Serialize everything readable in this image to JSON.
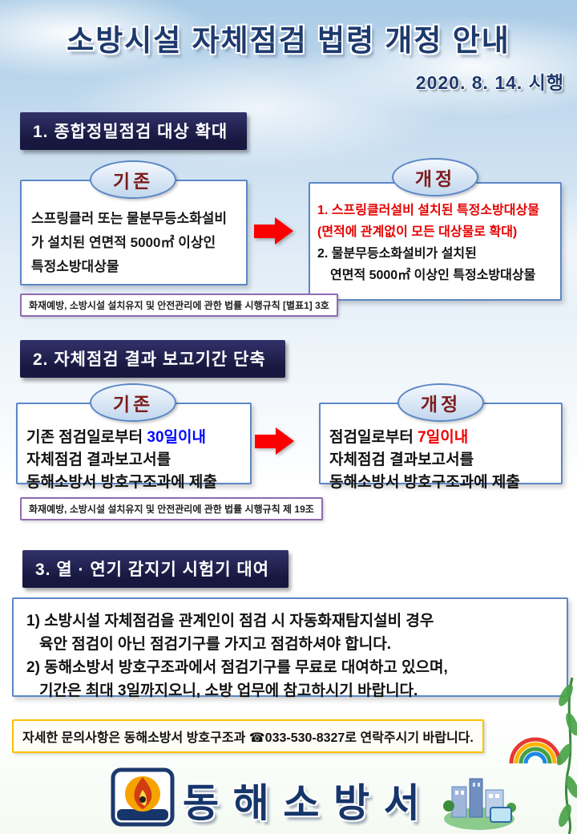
{
  "page": {
    "title": "소방시설 자체점검 법령 개정 안내",
    "effective_date": "2020. 8. 14. 시행"
  },
  "section1": {
    "heading": "1. 종합정밀점검 대상 확대",
    "before_label": "기존",
    "after_label": "개정",
    "before_line1": "스프링클러 또는 물분무등소화설비",
    "before_line2": "가 설치된 연면적 5000㎡ 이상인",
    "before_line3": "특정소방대상물",
    "after_red_line1": "1. 스프링클러설비 설치된 특정소방대상물",
    "after_red_line2": "(면적에 관계없이  모든 대상물로 확대)",
    "after_black_line1": "2. 물분무등소화설비가 설치된",
    "after_black_line2": "연면적 5000㎡ 이상인 특정소방대상물",
    "footnote": "화재예방, 소방시설 설치유지 및 안전관리에 관한 법률 시행규칙 [별표1] 3호"
  },
  "section2": {
    "heading": "2. 자체점검 결과 보고기간 단축",
    "before_label": "기존",
    "after_label": "개정",
    "before_line1_prefix": "기존 점검일로부터 ",
    "before_line1_highlight": "30일이내",
    "before_line2": "자체점검 결과보고서를",
    "before_line3": "동해소방서 방호구조과에 제출",
    "after_line1_prefix": "점검일로부터 ",
    "after_line1_highlight": "7일이내",
    "after_line2": "자체점검 결과보고서를",
    "after_line3": "동해소방서 방호구조과에 제출",
    "footnote": "화재예방, 소방시설 설치유지 및 안전관리에 관한 법률 시행규칙 제 19조"
  },
  "section3": {
    "heading": "3. 열 · 연기 감지기 시험기 대여",
    "line1": "1) 소방시설 자체점검을 관계인이 점검 시 자동화재탐지설비 경우",
    "line2": "육안 점검이 아닌 점검기구를 가지고 점검하셔야 합니다.",
    "line3": "2) 동해소방서 방호구조과에서 점검기구를 무료로 대여하고 있으며,",
    "line4": "기간은 최대 3일까지오니, 소방 업무에 참고하시기 바랍니다."
  },
  "contact": {
    "text": "자세한 문의사항은 동해소방서 방호구조과 ☎033-530-8327로 연락주시기 바랍니다."
  },
  "footer": {
    "org_name": "동 해 소 방 서"
  },
  "colors": {
    "title_navy": "#1d3a6e",
    "section_header_navy": "#17173f",
    "box_border_blue": "#5b87c5",
    "badge_text_maroon": "#7d1d1d",
    "highlight_blue": "#0008ff",
    "highlight_red": "#f00000",
    "arrow_red": "#fb0000",
    "footnote_border_purple": "#8f6bae",
    "contact_border_orange": "#ffc000"
  }
}
